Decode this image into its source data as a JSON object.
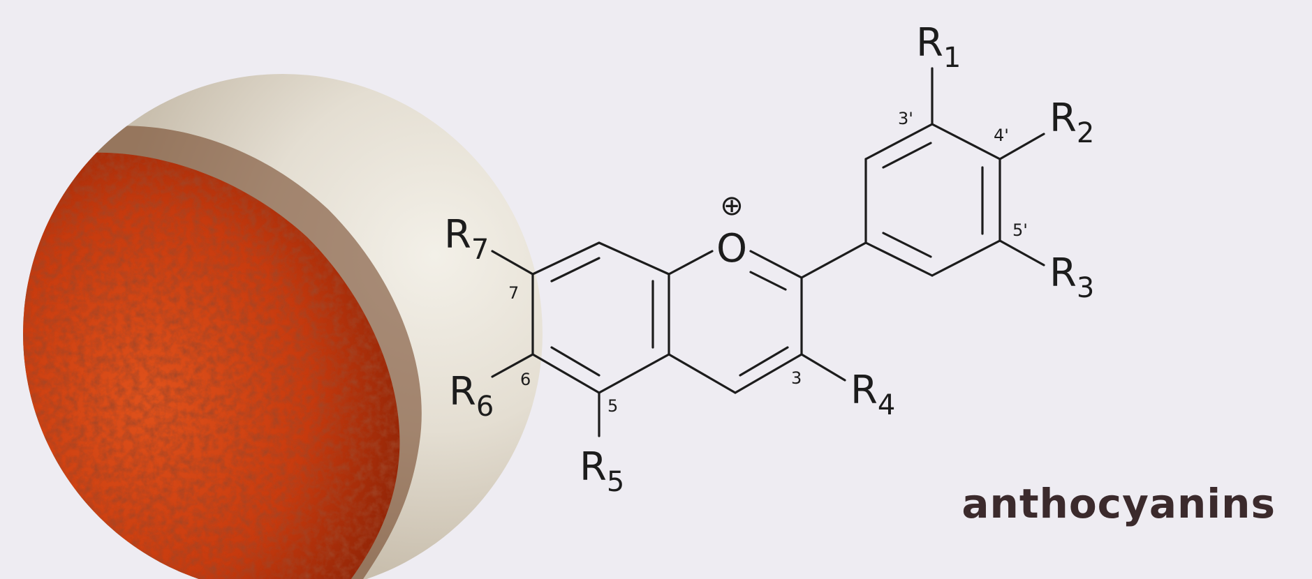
{
  "caption": "anthocyanins",
  "molecule": {
    "cation_charge": "⊕",
    "oxygen": "O",
    "substituents": {
      "r1": {
        "base": "R",
        "sub": "1"
      },
      "r2": {
        "base": "R",
        "sub": "2"
      },
      "r3": {
        "base": "R",
        "sub": "3"
      },
      "r4": {
        "base": "R",
        "sub": "4"
      },
      "r5": {
        "base": "R",
        "sub": "5"
      },
      "r6": {
        "base": "R",
        "sub": "6"
      },
      "r7": {
        "base": "R",
        "sub": "7"
      }
    },
    "position_numbers": {
      "p3prime": "3'",
      "p4prime": "4'",
      "p5prime": "5'",
      "p3": "3",
      "p5": "5",
      "p6": "6",
      "p7": "7"
    }
  },
  "colors": {
    "background": "#eeecf2",
    "powder": "#c8380e",
    "caption": "#3b2a2c"
  }
}
